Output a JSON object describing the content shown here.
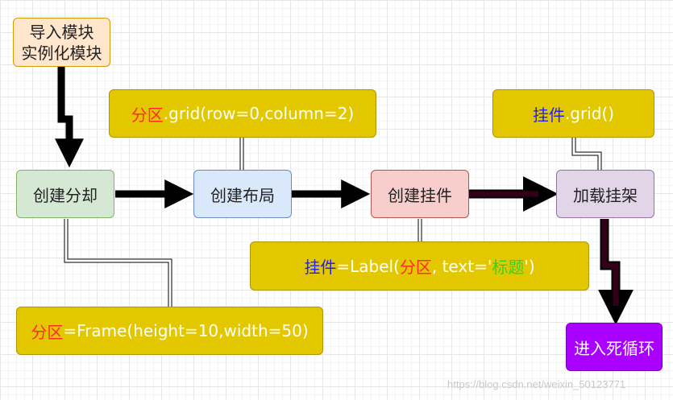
{
  "nodes": {
    "import": {
      "line1": "导入模块",
      "line2": "实例化模块"
    },
    "create_partition": "创建分却",
    "create_layout": "创建布局",
    "create_widget": "创建挂件",
    "load_frame": "加载挂架",
    "mainloop": "进入死循环"
  },
  "notes": {
    "grid_partition": {
      "keyword": "分区",
      "code": ".grid(row=0,column=2)"
    },
    "grid_widget": {
      "keyword": "挂件",
      "code": ".grid()"
    },
    "label": {
      "widget": "挂件",
      "eq": "=Label(",
      "partition": "分区",
      "text_arg": ", text='",
      "title": "标题",
      "close": "')"
    },
    "frame": {
      "keyword": "分区",
      "code": "=Frame(height=10,width=50)"
    }
  },
  "watermark": "https://blog.csdn.net/weixin_50123771",
  "colors": {
    "code_bg": "#e3c800",
    "keyword_red": "#ff2a2a",
    "keyword_blue": "#2020ff",
    "keyword_green": "#2bd52b",
    "import_bg": "#ffe6cc",
    "partition_bg": "#d5e8d4",
    "layout_bg": "#dae8fc",
    "widget_bg": "#f8cecc",
    "load_bg": "#e1d5e7",
    "mainloop_bg": "#aa00ff",
    "arrow_dark": "#33001a"
  }
}
